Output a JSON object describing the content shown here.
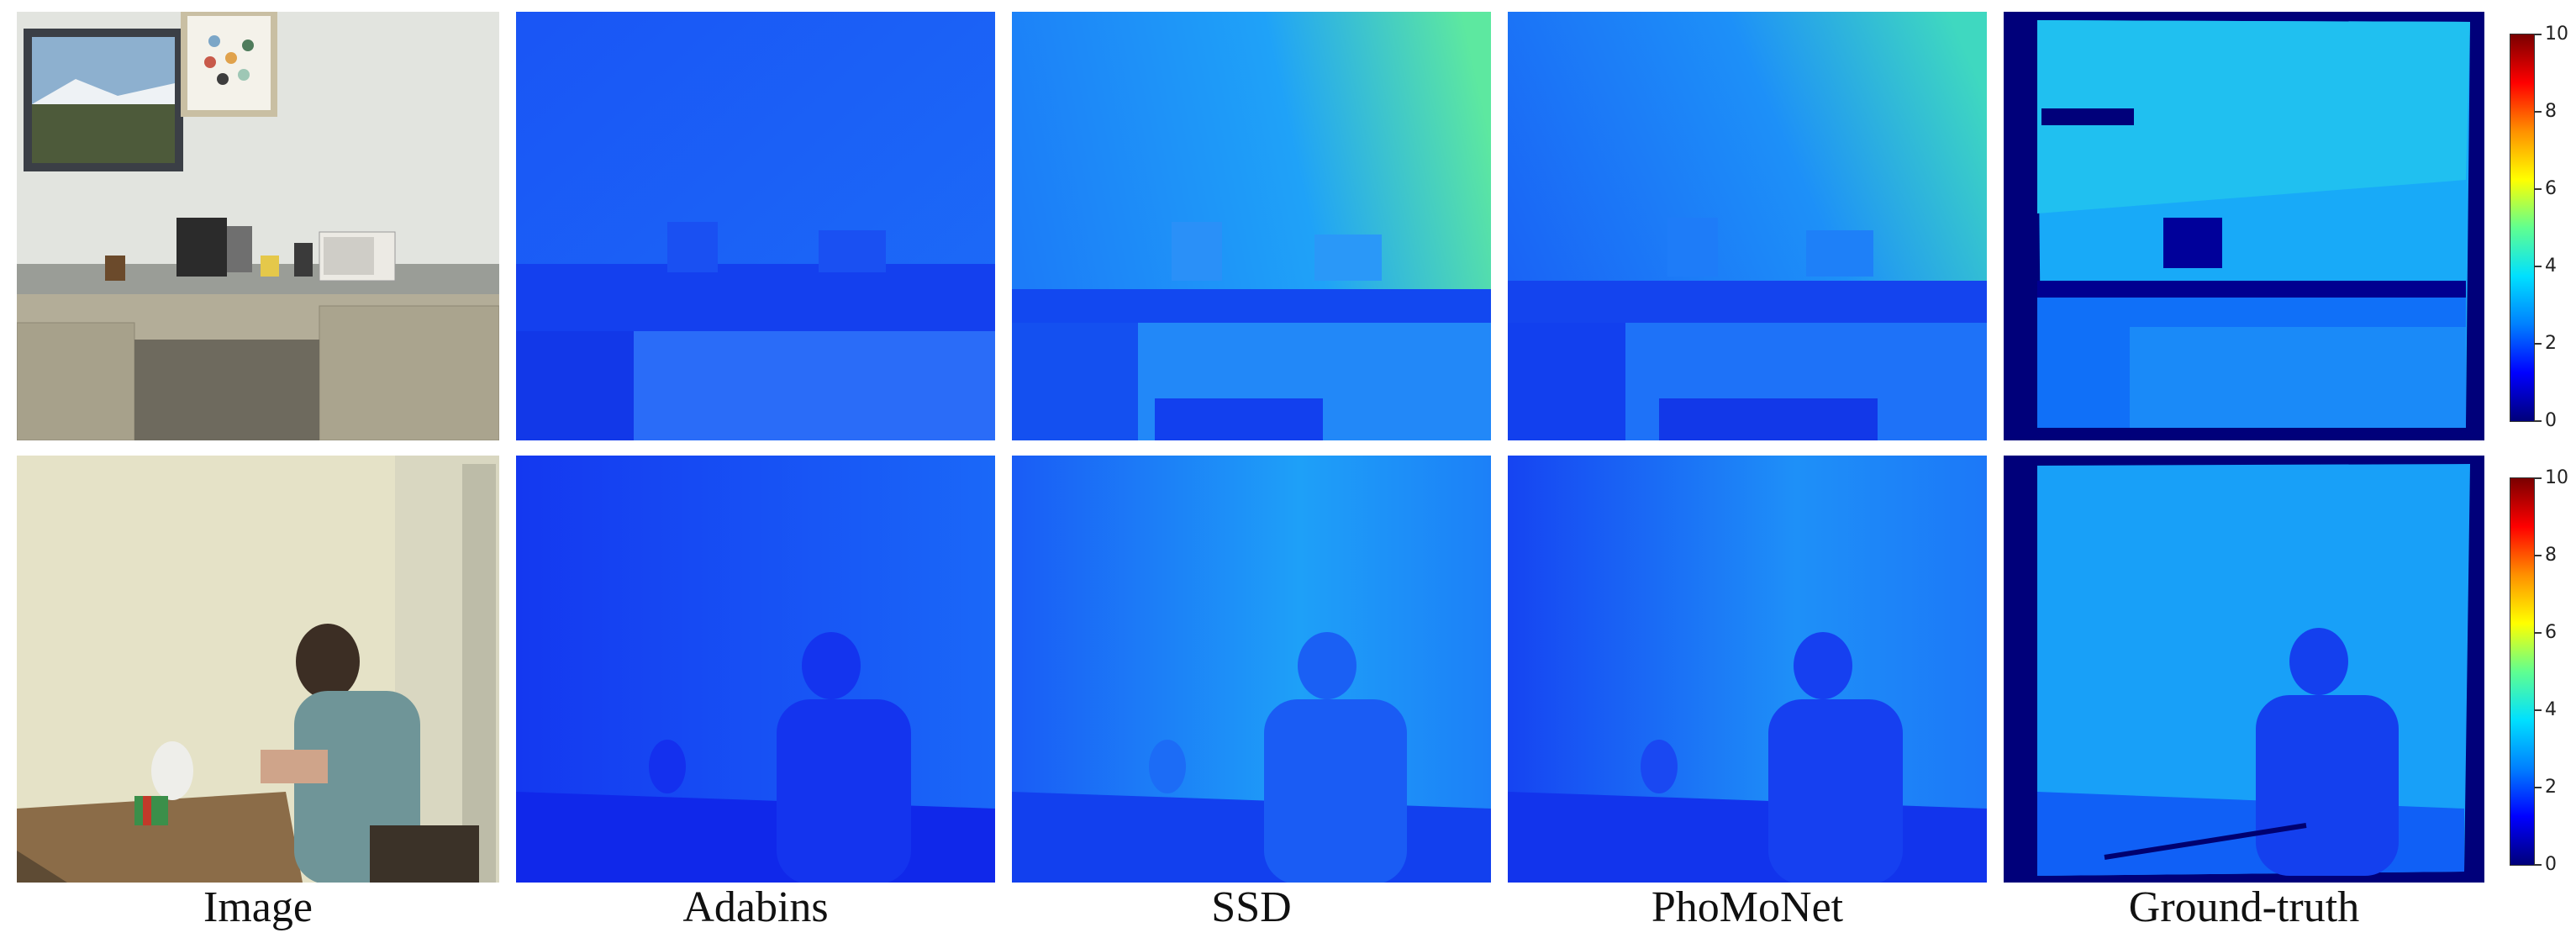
{
  "columns": {
    "image": "Image",
    "adabins": "Adabins",
    "ssd": "SSD",
    "phomonet": "PhoMoNet",
    "ground_truth": "Ground-truth"
  },
  "colorbar": {
    "colormap": "jet",
    "range": [
      0,
      10
    ],
    "ticks": [
      "10",
      "8",
      "6",
      "4",
      "2",
      "0"
    ]
  },
  "rows": [
    {
      "scene": "kitchen-counter-with-microwave-and-coffee-maker"
    },
    {
      "scene": "man-sitting-at-table-with-kettle-and-mug"
    }
  ],
  "colors": {
    "depth_near": "#1030f0",
    "depth_mid": "#18a0f8",
    "depth_far": "#40e8c0",
    "invalid": "#00007a"
  }
}
